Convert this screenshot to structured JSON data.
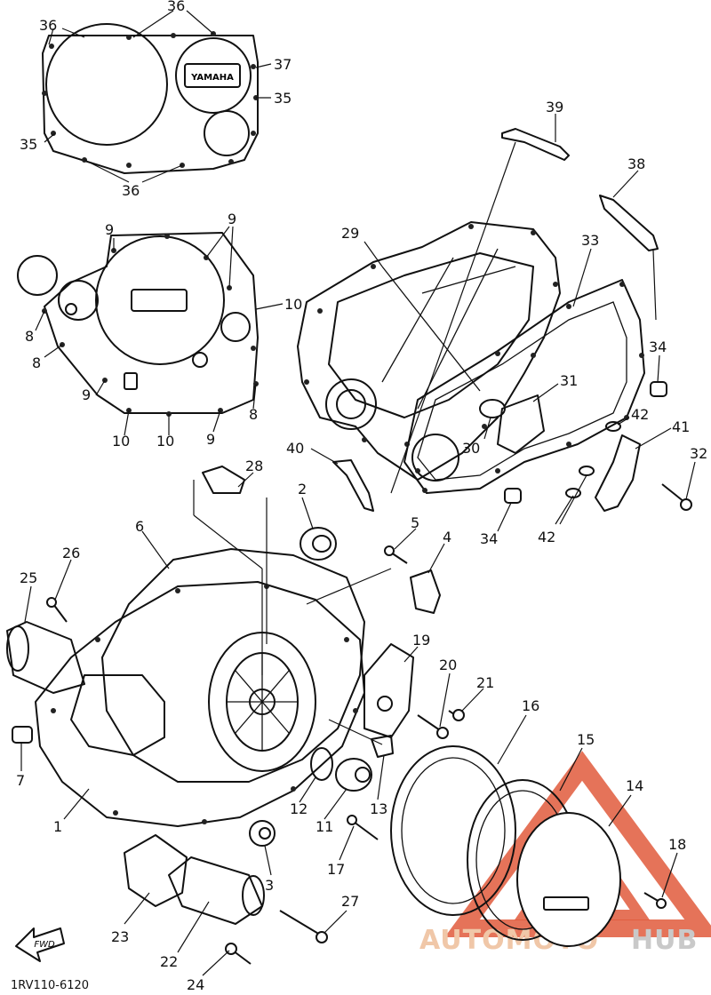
{
  "drawing_code": "1RV110-6120",
  "watermark": {
    "text_left": "AUTOMOTO",
    "text_right": "HUB",
    "color_left": "#f0c7a8",
    "color_right": "#c9c9c9",
    "triangle_color": "#e05a3c"
  },
  "direction_arrow": "FWD",
  "brand_plate": "YAMAHA",
  "callouts": [
    "1",
    "2",
    "3",
    "4",
    "5",
    "6",
    "7",
    "8",
    "9",
    "10",
    "11",
    "12",
    "13",
    "14",
    "15",
    "16",
    "17",
    "18",
    "19",
    "20",
    "21",
    "22",
    "23",
    "24",
    "25",
    "26",
    "27",
    "28",
    "29",
    "30",
    "31",
    "32",
    "33",
    "34",
    "35",
    "36",
    "37",
    "38",
    "39",
    "40",
    "41",
    "42"
  ],
  "labels": {
    "c1": "1",
    "c2": "2",
    "c3": "3",
    "c4": "4",
    "c5": "5",
    "c6": "6",
    "c7": "7",
    "c8a": "8",
    "c8b": "8",
    "c8c": "8",
    "c9a": "9",
    "c9b": "9",
    "c9c": "9",
    "c9d": "9",
    "c10a": "10",
    "c10b": "10",
    "c10c": "10",
    "c11": "11",
    "c12": "12",
    "c13": "13",
    "c14": "14",
    "c15": "15",
    "c16": "16",
    "c17": "17",
    "c18": "18",
    "c19": "19",
    "c20": "20",
    "c21": "21",
    "c22": "22",
    "c23": "23",
    "c24": "24",
    "c25": "25",
    "c26": "26",
    "c27": "27",
    "c28": "28",
    "c29": "29",
    "c30": "30",
    "c31": "31",
    "c32": "32",
    "c33": "33",
    "c34a": "34",
    "c34b": "34",
    "c35a": "35",
    "c35b": "35",
    "c36a": "36",
    "c36b": "36",
    "c36c": "36",
    "c37": "37",
    "c38": "38",
    "c39": "39",
    "c40": "40",
    "c41": "41",
    "c42a": "42",
    "c42b": "42"
  }
}
